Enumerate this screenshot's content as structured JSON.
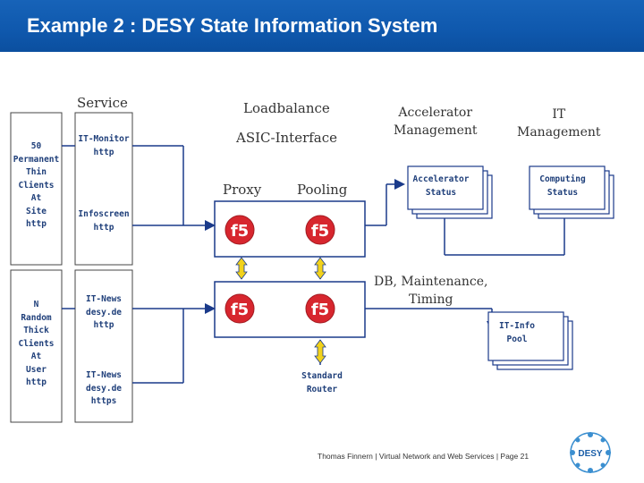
{
  "header": {
    "title": "Example 2 : DESY State Information System"
  },
  "columns": {
    "service": "Service",
    "loadbalance": "Loadbalance",
    "asic": "ASIC-Interface",
    "proxy": "Proxy",
    "pooling": "Pooling",
    "accelerator_mgmt": [
      "Accelerator",
      "Management"
    ],
    "it_mgmt": [
      "IT",
      "Management"
    ]
  },
  "clients": {
    "thin": [
      "50",
      "Permanent",
      "Thin",
      "Clients",
      "At",
      "Site",
      "http"
    ],
    "thick": [
      "N",
      "Random",
      "Thick",
      "Clients",
      "At",
      "User",
      "http"
    ]
  },
  "services": {
    "it_monitor": [
      "IT-Monitor",
      "http"
    ],
    "infoscreen": [
      "Infoscreen",
      "http"
    ],
    "it_news_http": [
      "IT-News",
      "desy.de",
      "http"
    ],
    "it_news_https": [
      "IT-News",
      "desy.de",
      "https"
    ]
  },
  "balancers": {
    "logo_text": "f5"
  },
  "status": {
    "accelerator": [
      "Accelerator",
      "Status"
    ],
    "computing": [
      "Computing",
      "Status"
    ],
    "it_info": [
      "IT-Info",
      "Pool"
    ]
  },
  "db_label": [
    "DB, Maintenance,",
    "Timing"
  ],
  "router": [
    "Standard",
    "Router"
  ],
  "footer": {
    "text": "Thomas Finnern | Virtual Network and Web Services | Page 21"
  },
  "logo": {
    "text": "DESY"
  },
  "colors": {
    "header_blue": "#1060b0",
    "line_blue": "#1a3a8a",
    "f5_red": "#d7262e",
    "accent_yellow": "#f2d21b"
  }
}
